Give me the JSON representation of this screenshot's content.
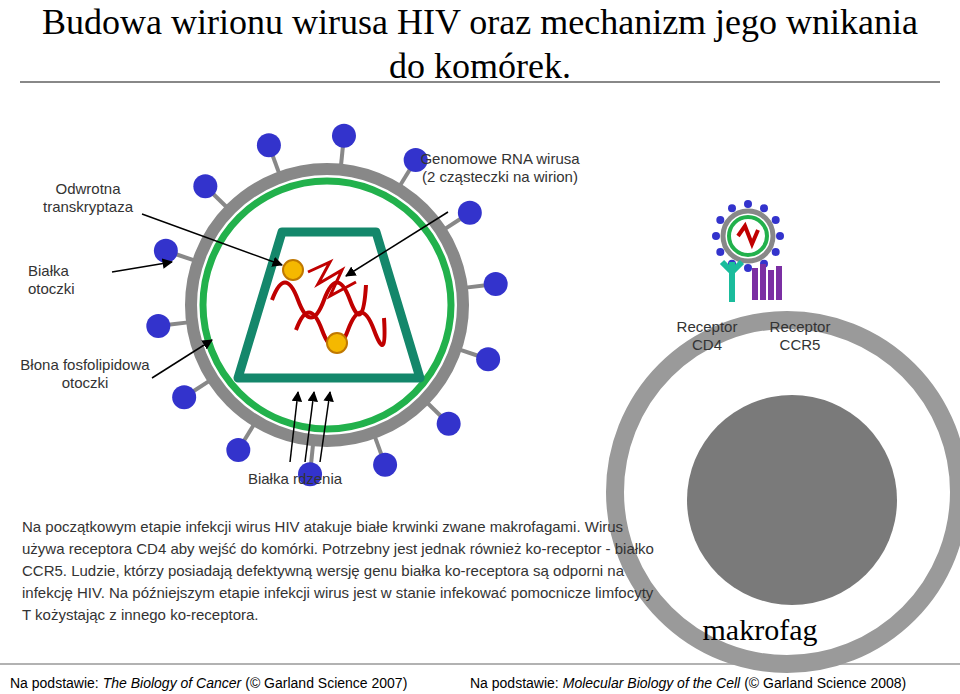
{
  "diagram": {
    "title": "Budowa wirionu wirusa HIV oraz mechanizm jego wnikania do komórek.",
    "labels": [
      "Odwrotna transkryptaza",
      "Genomowe RNA wirusa (2 cząsteczki na wirion)",
      "Białka otoczki",
      "Błona fosfolipidowa otoczki",
      "Białka rdzenia",
      "Receptor CD4",
      "Receptor CCR5",
      "Na początkowym etapie infekcji wirus HIV atakuje białe krwinki zwane makrofagami. Wirus używa receptora CD4 aby wejść do komórki. Potrzebny jest jednak również ko-receptor - białko CCR5. Ludzie, którzy posiadają defektywną wersję genu białka ko-receptora są odporni na infekcję HIV. Na późniejszym etapie infekcji wirus jest w stanie infekować pomocnicze limfocyty T kożystając z innego ko-receptora.",
      "makrofag",
      "Na podstawie:",
      "The Biology of Cancer",
      "(© Garland Science 2007)",
      "Na podstawie:",
      "Molecular Biology of the Cell",
      "(© Garland Science 2008)"
    ]
  }
}
